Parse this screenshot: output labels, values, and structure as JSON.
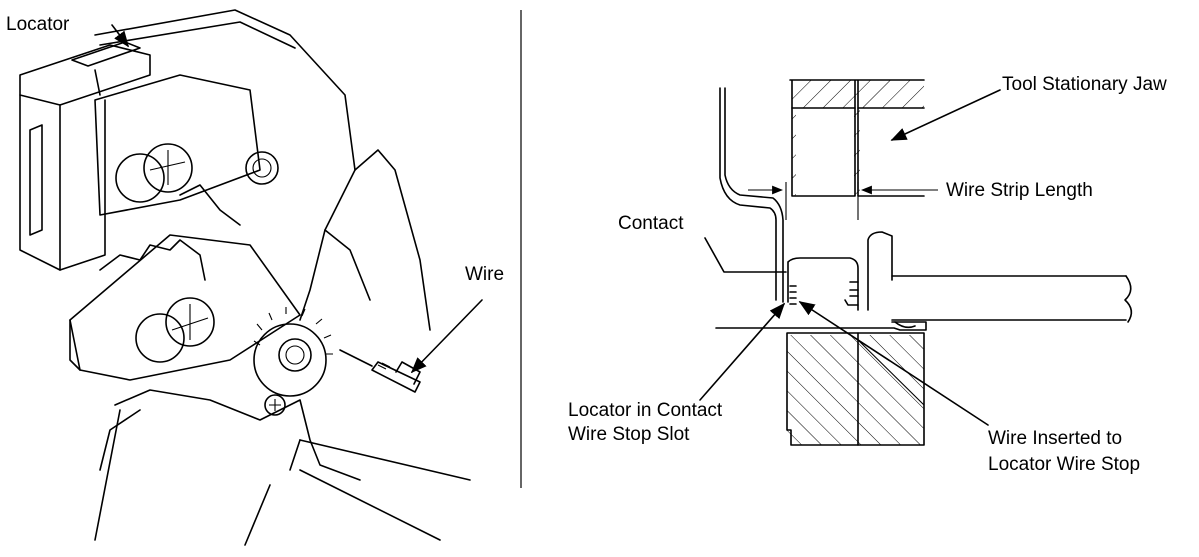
{
  "left_panel": {
    "labels": {
      "locator": "Locator",
      "wire": "Wire"
    }
  },
  "right_panel": {
    "labels": {
      "tool_stationary_jaw": "Tool Stationary Jaw",
      "wire_strip_length": "Wire Strip Length",
      "contact": "Contact",
      "locator_slot_line1": "Locator in Contact",
      "locator_slot_line2": "Wire Stop Slot",
      "wire_inserted_line1": "Wire Inserted to",
      "wire_inserted_line2": "Locator Wire Stop"
    }
  }
}
